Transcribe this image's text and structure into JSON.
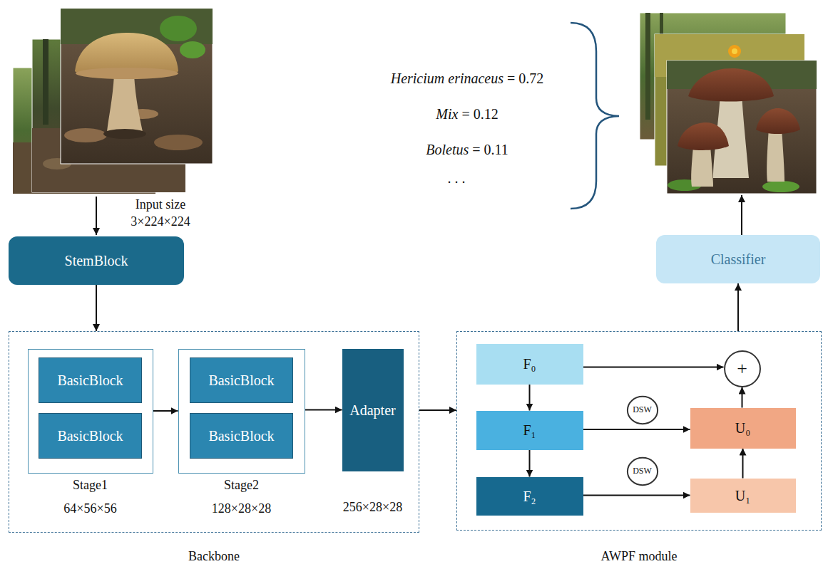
{
  "diagram": {
    "nodes": [
      {
        "text": [
          "StemBlock"
        ]
      },
      {
        "text": [
          "Classifier"
        ]
      },
      {
        "text": [
          "Backbone"
        ]
      },
      {
        "text": [
          "Stage1",
          "64×56×56"
        ],
        "in": 2
      },
      {
        "text": [
          "BasicBlock"
        ],
        "in": 3
      },
      {
        "text": [
          "BasicBlock"
        ],
        "in": 3
      },
      {
        "text": [
          "Stage2",
          "128×28×28"
        ],
        "in": 2
      },
      {
        "text": [
          "BasicBlock"
        ],
        "in": 6
      },
      {
        "text": [
          "BasicBlock"
        ],
        "in": 6
      },
      {
        "text": [
          "Adapter",
          "256×28×28"
        ],
        "in": 2
      },
      {
        "text": [
          "AWPF module"
        ]
      },
      {
        "text": [
          "F₀"
        ],
        "in": 10
      },
      {
        "text": [
          "+"
        ],
        "in": 10
      },
      {
        "text": [
          "F₁"
        ],
        "in": 10
      },
      {
        "text": [
          "DSW"
        ],
        "in": 10
      },
      {
        "text": [
          "U₀"
        ],
        "in": 10
      },
      {
        "text": [
          "F₂"
        ],
        "in": 10
      },
      {
        "text": [
          "DSW"
        ],
        "in": 10
      },
      {
        "text": [
          "U₁"
        ],
        "in": 10
      }
    ],
    "edges": [
      {
        "from": 0,
        "to": 2,
        "arrow": "to"
      },
      {
        "from": 3,
        "to": 6,
        "arrow": "to"
      },
      {
        "from": 6,
        "to": 9,
        "arrow": "to"
      },
      {
        "from": 2,
        "to": 10,
        "arrow": "to"
      },
      {
        "from": 10,
        "to": 1,
        "arrow": "to"
      },
      {
        "from": 11,
        "to": 13,
        "arrow": "to"
      },
      {
        "from": 13,
        "to": 16,
        "arrow": "to"
      },
      {
        "from": 11,
        "to": 12,
        "arrow": "to"
      },
      {
        "from": 13,
        "to": 15,
        "arrow": "to"
      },
      {
        "from": 16,
        "to": 18,
        "arrow": "to"
      },
      {
        "from": 18,
        "to": 15,
        "arrow": "to"
      },
      {
        "from": 15,
        "to": 12,
        "arrow": "to"
      }
    ],
    "labels": [
      "Input size",
      "3×224×224",
      "Hericium erinaceus = 0.72",
      "Mix = 0.12",
      "Boletus = 0.11",
      ". . ."
    ]
  }
}
